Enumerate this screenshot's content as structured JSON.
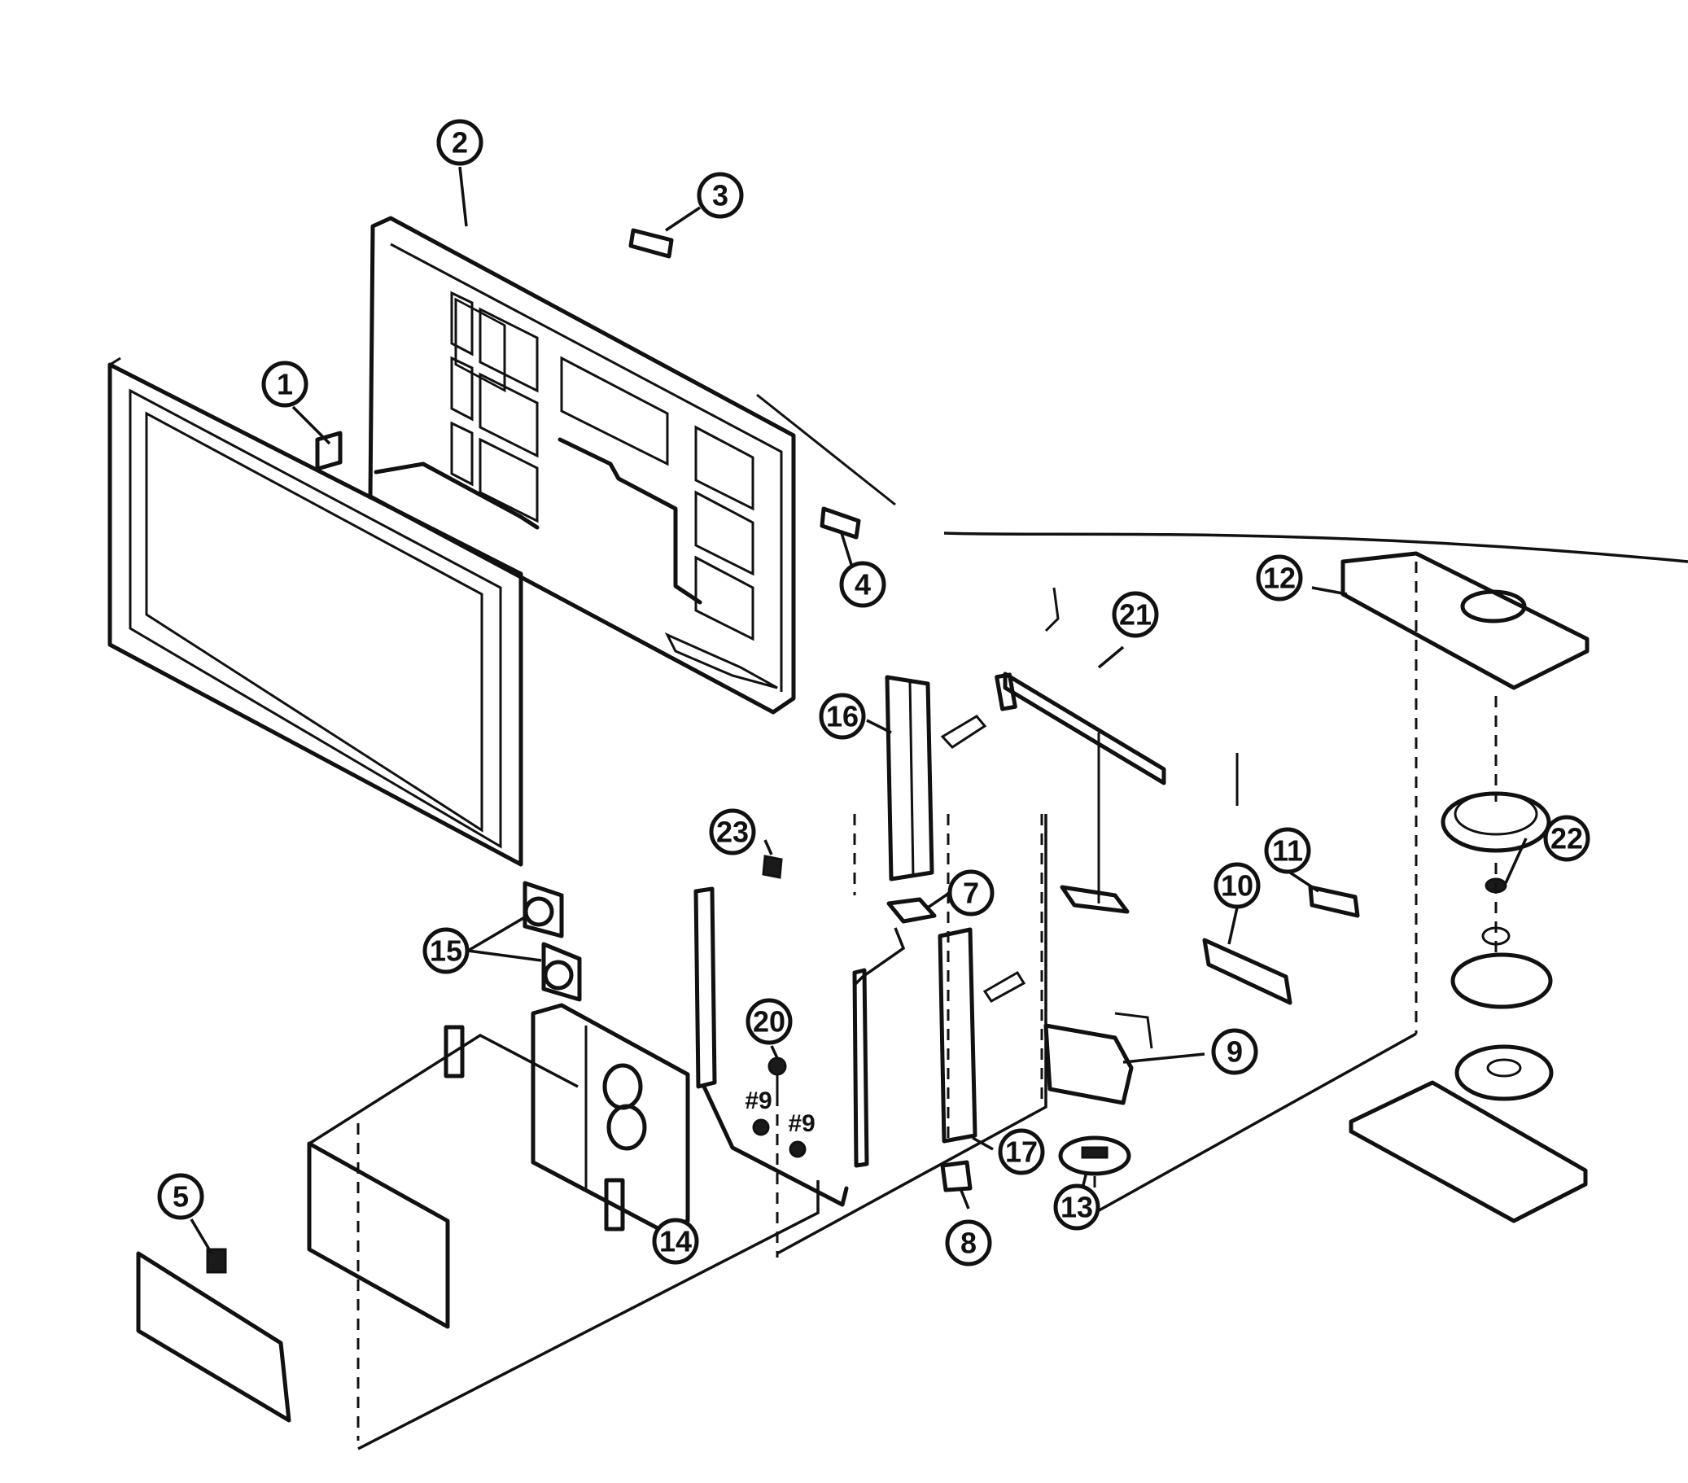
{
  "callouts": [
    {
      "label": "1"
    },
    {
      "label": "2"
    },
    {
      "label": "3"
    },
    {
      "label": "4"
    },
    {
      "label": "5"
    },
    {
      "label": "7"
    },
    {
      "label": "8"
    },
    {
      "label": "9"
    },
    {
      "label": "10"
    },
    {
      "label": "11"
    },
    {
      "label": "12"
    },
    {
      "label": "13"
    },
    {
      "label": "14"
    },
    {
      "label": "15"
    },
    {
      "label": "16"
    },
    {
      "label": "17"
    },
    {
      "label": "20"
    },
    {
      "label": "21"
    },
    {
      "label": "22"
    },
    {
      "label": "23"
    }
  ],
  "notes": [
    {
      "text": "#9"
    },
    {
      "text": "#9"
    }
  ]
}
